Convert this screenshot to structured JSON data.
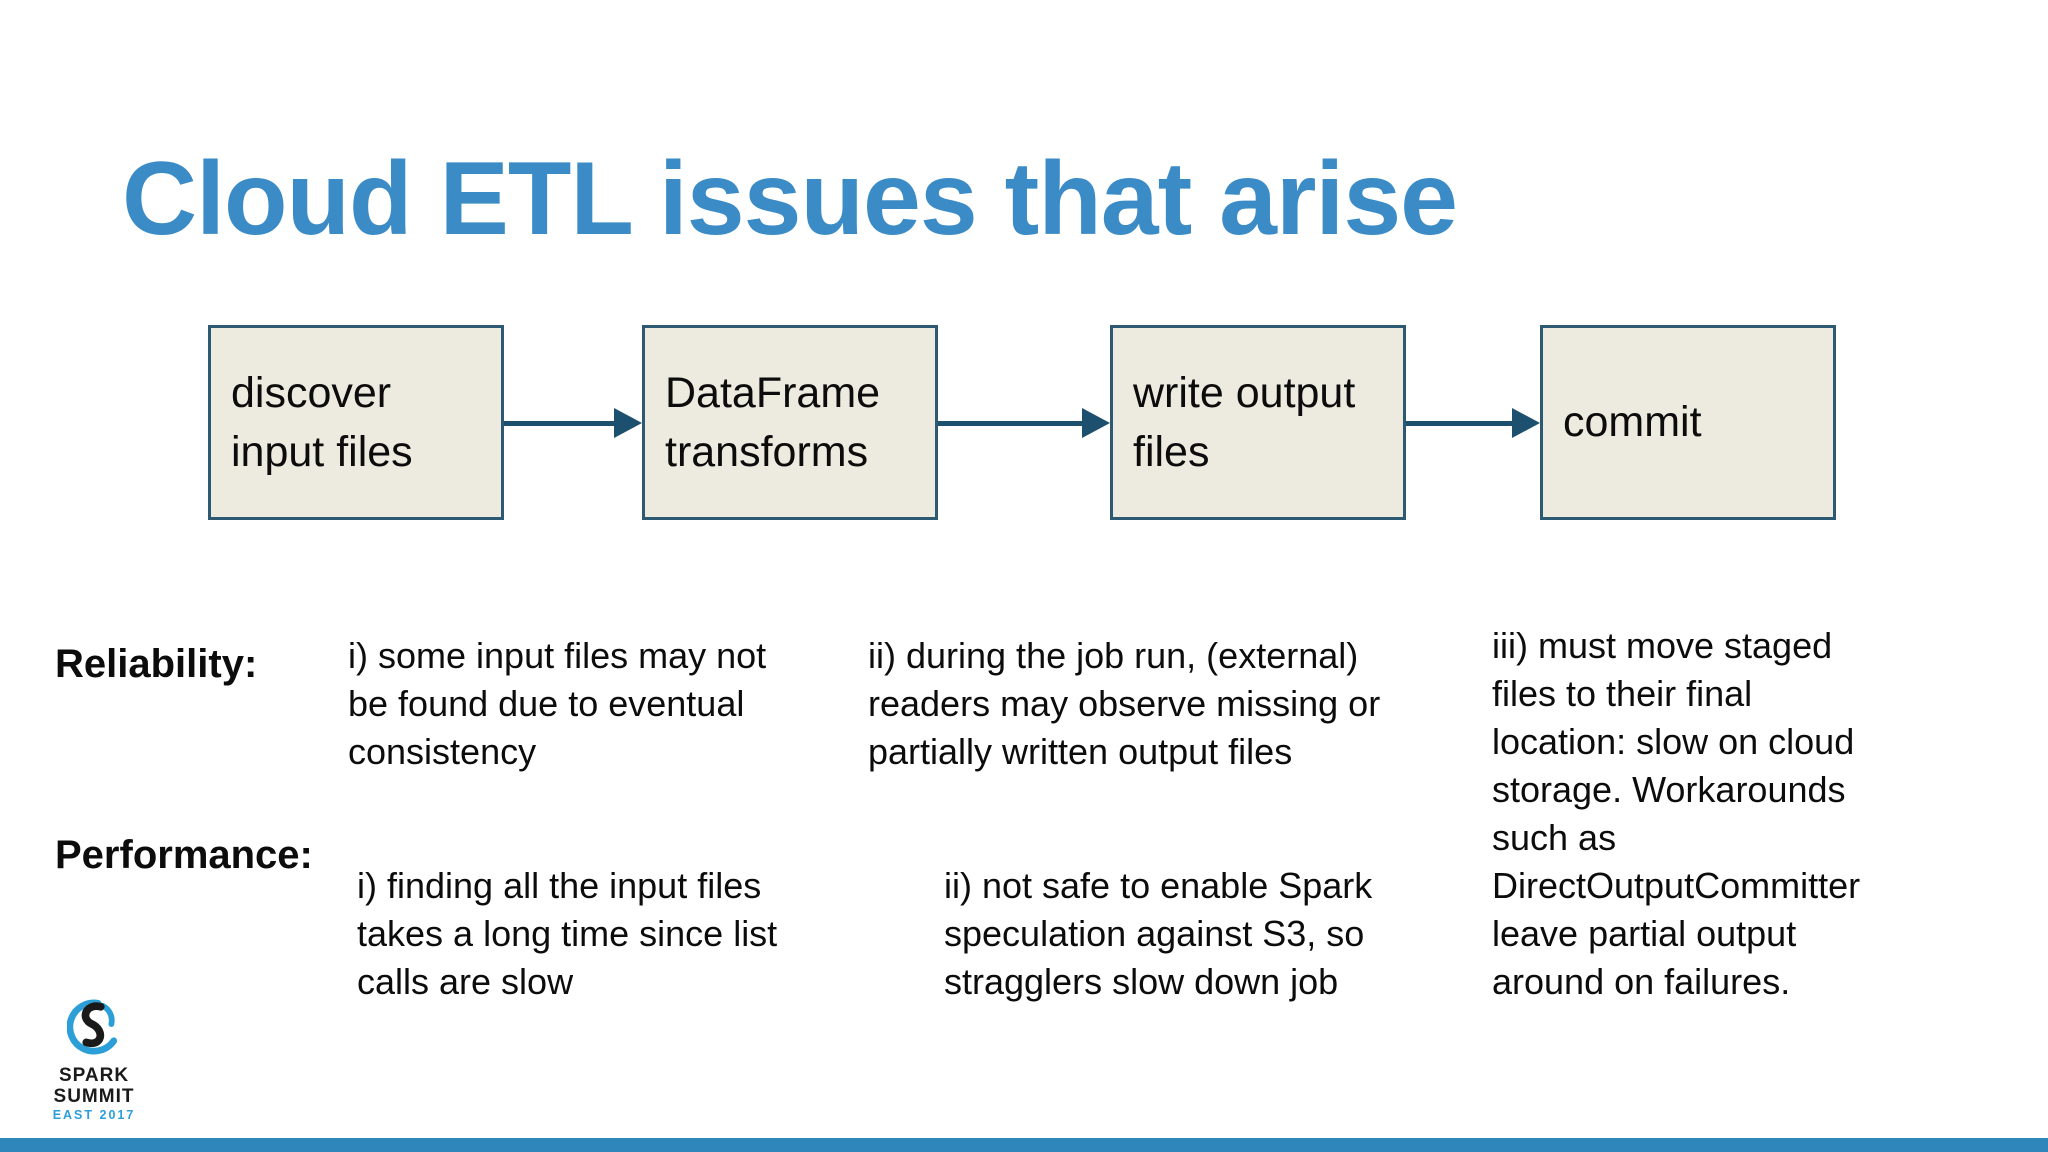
{
  "slide": {
    "title": "Cloud ETL issues that arise",
    "title_color": "#3b8cc6",
    "flow": {
      "box_fill": "#edebdf",
      "box_border": "#2d5a72",
      "arrow_color": "#1d4f6e",
      "boxes": [
        {
          "label": "discover\ninput files"
        },
        {
          "label": "DataFrame\ntransforms"
        },
        {
          "label": "write output\nfiles"
        },
        {
          "label": "commit"
        }
      ]
    },
    "sections": [
      {
        "label": "Reliability:",
        "items": [
          "i) some input files may not\nbe found due to eventual\nconsistency",
          "ii) during the job run, (external)\nreaders may observe missing or\npartially written output files",
          "iii) must move staged\nfiles to their final\nlocation: slow on cloud\nstorage. Workarounds\nsuch as\nDirectOutputCommitter\nleave partial output\naround on failures."
        ]
      },
      {
        "label": "Performance:",
        "items": [
          "i) finding all the input files\ntakes a long time since list\ncalls are slow",
          "ii) not safe to enable Spark\nspeculation against S3, so\nstragglers slow down job"
        ]
      }
    ]
  },
  "logo": {
    "line1": "SPARK",
    "line2": "SUMMIT",
    "line3": "EAST 2017",
    "blue": "#2d9fd8"
  },
  "footer": {
    "bar_color": "#2e86bb"
  }
}
